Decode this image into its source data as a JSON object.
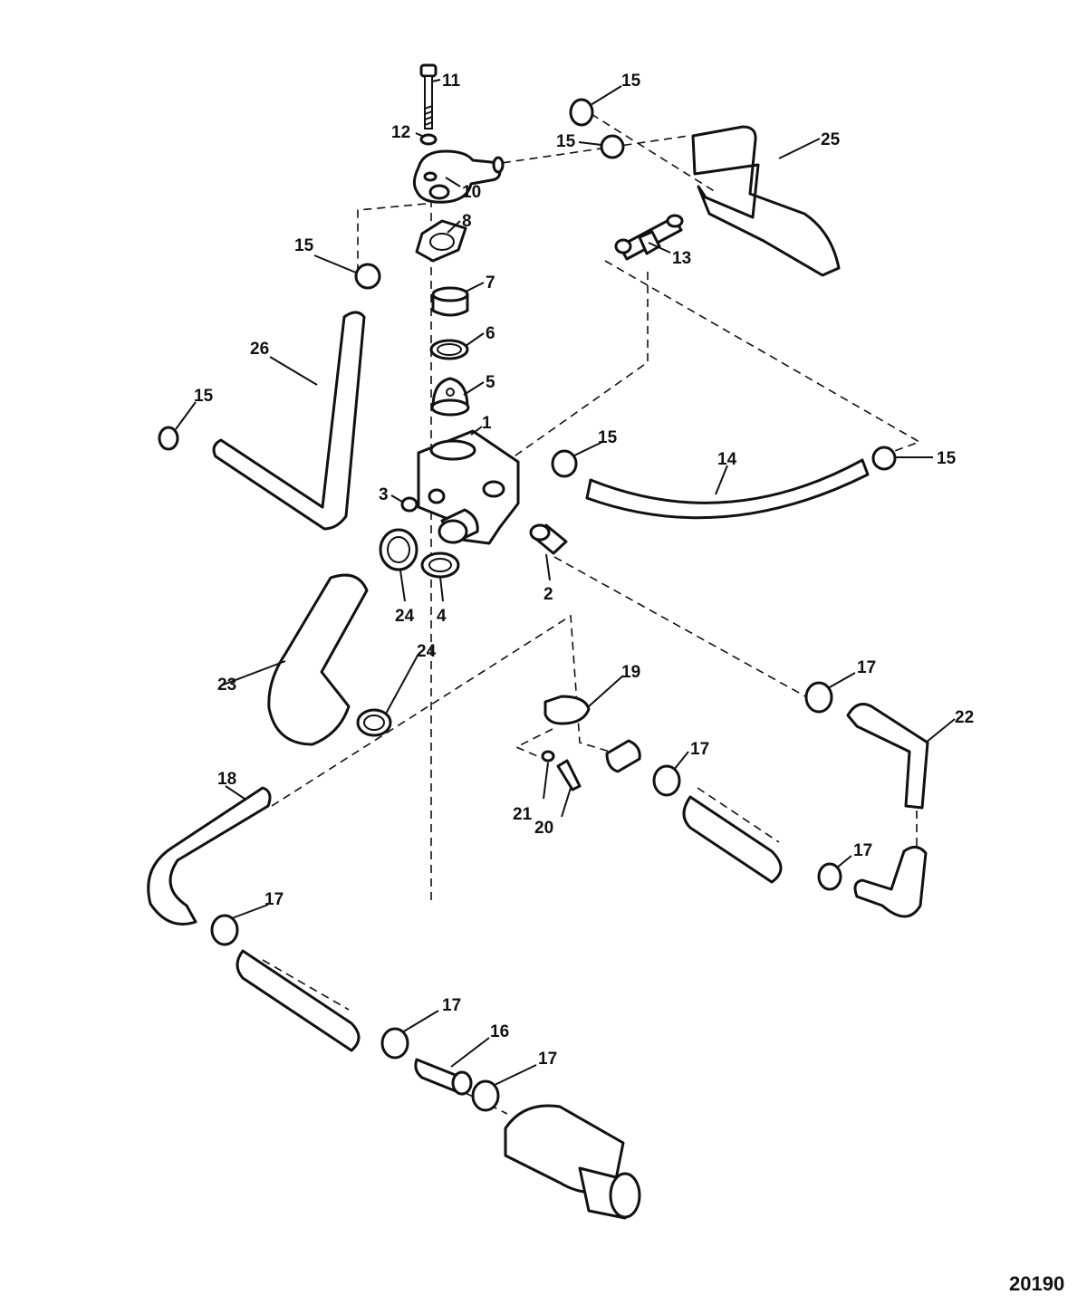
{
  "diagram": {
    "figure_number": "20190",
    "callouts": {
      "c1": "1",
      "c2": "2",
      "c3": "3",
      "c4": "4",
      "c5": "5",
      "c6": "6",
      "c7": "7",
      "c8": "8",
      "c10": "10",
      "c11": "11",
      "c12": "12",
      "c13": "13",
      "c14": "14",
      "c15a": "15",
      "c15b": "15",
      "c15c": "15",
      "c15d": "15",
      "c15e": "15",
      "c15f": "15",
      "c16": "16",
      "c17a": "17",
      "c17b": "17",
      "c17c": "17",
      "c17d": "17",
      "c17e": "17",
      "c17f": "17",
      "c18": "18",
      "c19": "19",
      "c20": "20",
      "c21": "21",
      "c22": "22",
      "c23": "23",
      "c24a": "24",
      "c24b": "24",
      "c25": "25",
      "c26": "26"
    }
  }
}
